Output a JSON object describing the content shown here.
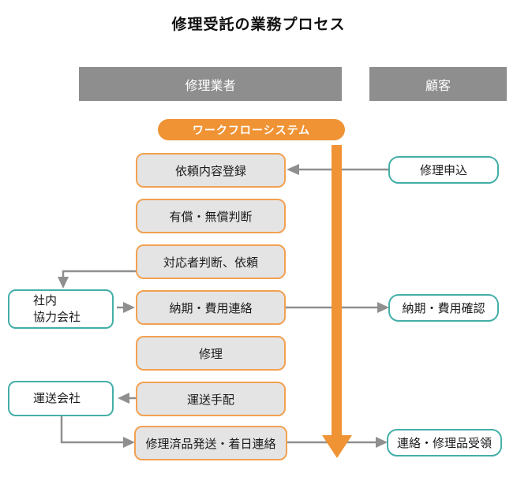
{
  "title": "修理受託の業務プロセス",
  "lanes": {
    "repair_vendor": "修理業者",
    "customer": "顧客"
  },
  "workflow_system_label": "ワークフローシステム",
  "process_steps": [
    "依頼内容登録",
    "有償・無償判断",
    "対応者判断、依頼",
    "納期・費用連絡",
    "修理",
    "運送手配",
    "修理済品発送・着日連絡"
  ],
  "customer_actions": [
    "修理申込",
    "納期・費用確認",
    "連絡・修理品受領"
  ],
  "partners": {
    "internal": {
      "line1": "社内",
      "line2": "協力会社"
    },
    "shipping": {
      "label": "運送会社"
    }
  },
  "colors": {
    "orange": "#ef9335",
    "orange_border": "#f2a152",
    "teal_border": "#44aea8",
    "lane_gray": "#8e8e8e",
    "box_gray": "#e4e4e4",
    "arrow_gray": "#8f8f8f"
  }
}
